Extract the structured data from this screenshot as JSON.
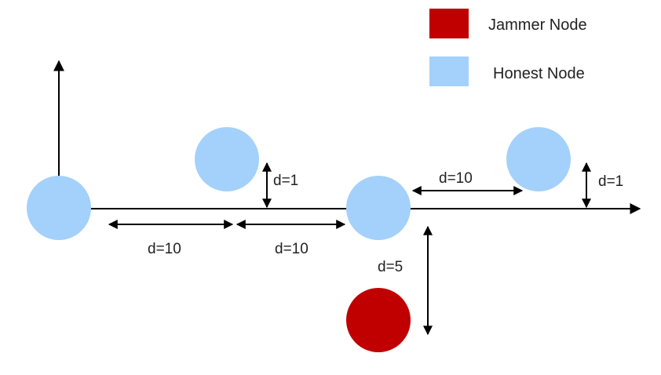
{
  "legend": {
    "jammer": {
      "label": "Jammer Node",
      "color": "#c00000"
    },
    "honest": {
      "label": "Honest Node",
      "color": "#a3d1fb"
    }
  },
  "distances": {
    "d_left_bottom": "d=10",
    "d_mid_bottom": "d=10",
    "d_top_right": "d=10",
    "d_small_left": "d=1",
    "d_small_right": "d=1",
    "d_jammer": "d=5"
  }
}
